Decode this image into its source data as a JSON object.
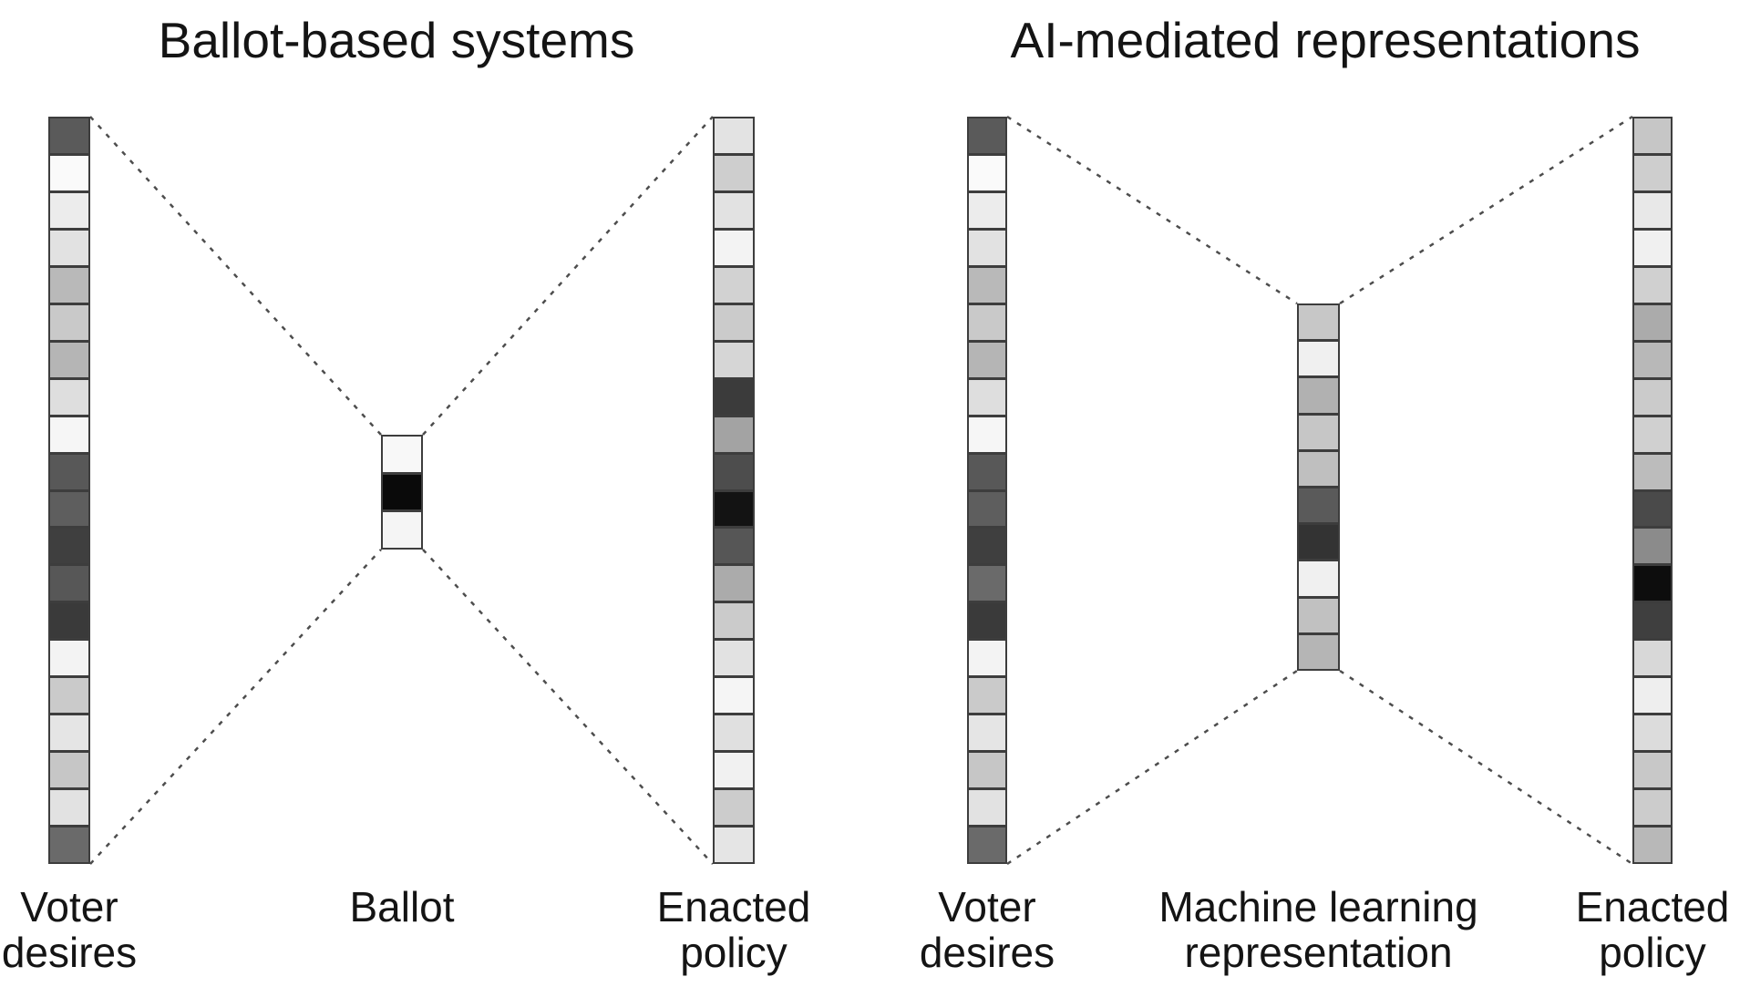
{
  "left_diagram": {
    "title": "Ballot-based systems",
    "columns": {
      "voter_desires": {
        "label": "Voter\ndesires",
        "cells": [
          "#5a5a5a",
          "#fafafa",
          "#ececec",
          "#e2e2e2",
          "#b9b9b9",
          "#c9c9c9",
          "#b5b5b5",
          "#dedede",
          "#f6f6f6",
          "#585858",
          "#5e5e5e",
          "#3f3f3f",
          "#575757",
          "#3a3a3a",
          "#f3f3f3",
          "#cacaca",
          "#e5e5e5",
          "#c6c6c6",
          "#e2e2e2",
          "#6a6a6a"
        ]
      },
      "ballot": {
        "label": "Ballot",
        "cells": [
          "#f8f8f8",
          "#0a0a0a",
          "#f5f5f5"
        ]
      },
      "enacted_policy": {
        "label": "Enacted\npolicy",
        "cells": [
          "#e3e3e3",
          "#cecece",
          "#e2e2e2",
          "#f3f3f3",
          "#d2d2d2",
          "#cbcbcb",
          "#d6d6d6",
          "#3b3b3b",
          "#a3a3a3",
          "#4d4d4d",
          "#131313",
          "#565656",
          "#ababab",
          "#cbcbcb",
          "#e2e2e2",
          "#f5f5f5",
          "#e0e0e0",
          "#f1f1f1",
          "#cccccc",
          "#e5e5e5"
        ]
      }
    }
  },
  "right_diagram": {
    "title": "AI-mediated representations",
    "columns": {
      "voter_desires": {
        "label": "Voter\ndesires",
        "cells": [
          "#5a5a5a",
          "#fafafa",
          "#ececec",
          "#e2e2e2",
          "#b9b9b9",
          "#c9c9c9",
          "#b5b5b5",
          "#dedede",
          "#f6f6f6",
          "#585858",
          "#5e5e5e",
          "#3f3f3f",
          "#6a6a6a",
          "#3a3a3a",
          "#f3f3f3",
          "#cacaca",
          "#e5e5e5",
          "#c6c6c6",
          "#e2e2e2",
          "#6a6a6a"
        ]
      },
      "ml_representation": {
        "label": "Machine learning\nrepresentation",
        "cells": [
          "#c7c7c7",
          "#f0f0f0",
          "#b1b1b1",
          "#c6c6c6",
          "#bfbfbf",
          "#5a5a5a",
          "#333333",
          "#f0f0f0",
          "#c1c1c1",
          "#b5b5b5"
        ]
      },
      "enacted_policy": {
        "label": "Enacted\npolicy",
        "cells": [
          "#c6c6c6",
          "#cecece",
          "#e8e8e8",
          "#f0f0f0",
          "#d0d0d0",
          "#ababab",
          "#b8b8b8",
          "#cbcbcb",
          "#d0d0d0",
          "#bcbcbc",
          "#4a4a4a",
          "#8b8b8b",
          "#0d0d0d",
          "#3f3f3f",
          "#d8d8d8",
          "#eeeeee",
          "#dcdcdc",
          "#c8c8c8",
          "#cccccc",
          "#b8b8b8"
        ]
      }
    }
  },
  "styles": {
    "background": "#ffffff",
    "text_color": "#141414",
    "cell_border_color": "#3d3d3d",
    "dotted_line_color": "#4d4d4d"
  }
}
